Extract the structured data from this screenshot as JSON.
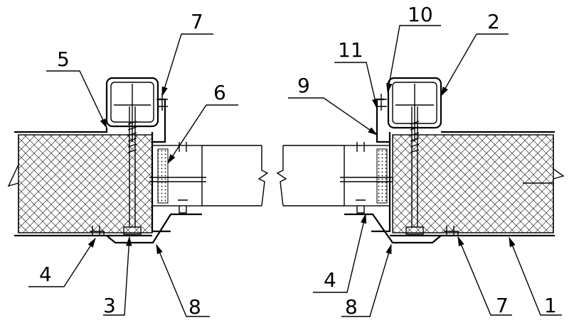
{
  "drawing": {
    "labels": {
      "left_7": "7",
      "left_5": "5",
      "left_6": "6",
      "left_4": "4",
      "left_3": "3",
      "left_8": "8",
      "right_10": "10",
      "right_11": "11",
      "right_2": "2",
      "right_9": "9",
      "right_4": "4",
      "right_8": "8",
      "right_7": "7",
      "right_1": "1"
    }
  }
}
